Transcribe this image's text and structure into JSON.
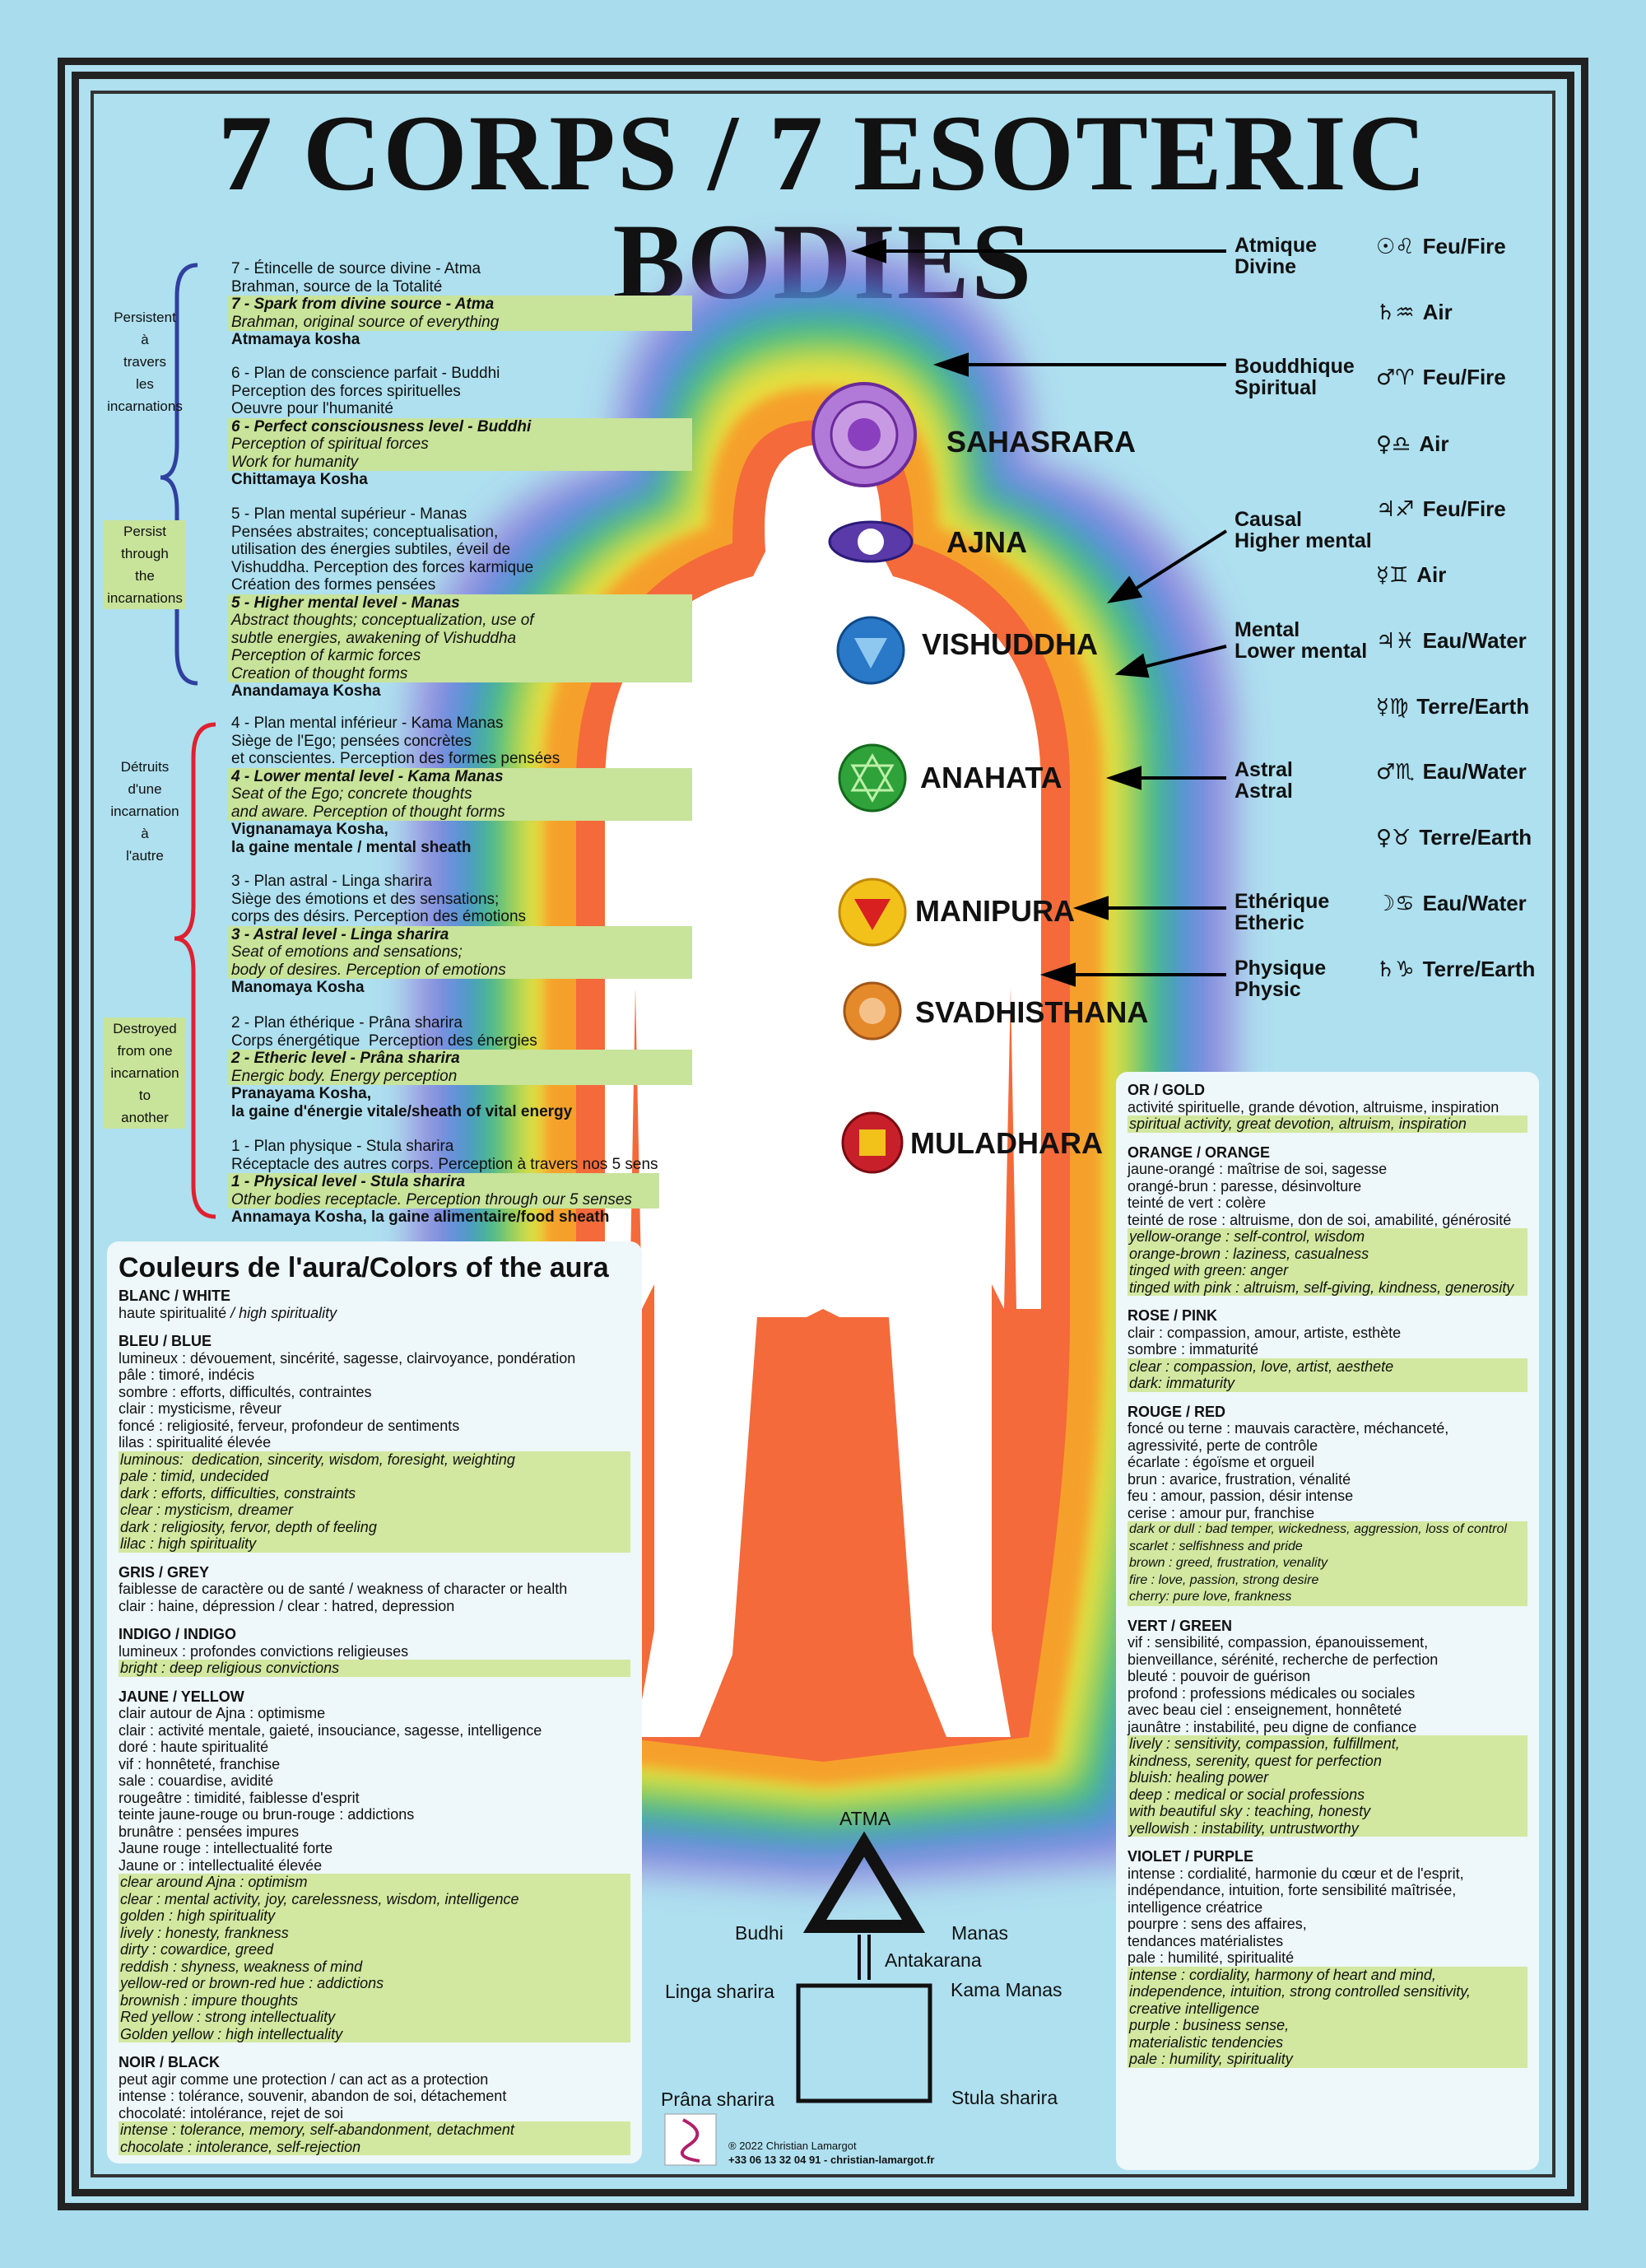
{
  "title": "7 CORPS / 7 ESOTERIC BODIES",
  "planes": [
    {
      "label": "Atmique\nDivine"
    },
    {
      "label": "Bouddhique\nSpiritual"
    },
    {
      "label": "Causal\nHigher mental"
    },
    {
      "label": "Mental\nLower mental"
    },
    {
      "label": "Astral\nAstral"
    },
    {
      "label": "Ethérique\nEtheric"
    },
    {
      "label": "Physique\nPhysic"
    }
  ],
  "chakras": [
    {
      "name": "SAHASRARA",
      "color": "#8a3fbf"
    },
    {
      "name": "AJNA",
      "color": "#5a3aa8"
    },
    {
      "name": "VISHUDDHA",
      "color": "#2a78c8"
    },
    {
      "name": "ANAHATA",
      "color": "#2fa23a"
    },
    {
      "name": "MANIPURA",
      "color": "#f2c21a"
    },
    {
      "name": "SVADHISTHANA",
      "color": "#e58a2a"
    },
    {
      "name": "MULADHARA",
      "color": "#c8202a"
    }
  ],
  "planets": [
    {
      "symbols": "☉♌",
      "element": "Feu/Fire"
    },
    {
      "symbols": "♄♒",
      "element": "Air"
    },
    {
      "symbols": "♂♈",
      "element": "Feu/Fire"
    },
    {
      "symbols": "♀♎",
      "element": "Air"
    },
    {
      "symbols": "♃♐",
      "element": "Feu/Fire"
    },
    {
      "symbols": "☿♊",
      "element": "Air"
    },
    {
      "symbols": "♃♓",
      "element": "Eau/Water"
    },
    {
      "symbols": "☿♍",
      "element": "Terre/Earth"
    },
    {
      "symbols": "♂♏",
      "element": "Eau/Water"
    },
    {
      "symbols": "♀♉",
      "element": "Terre/Earth"
    },
    {
      "symbols": "☽♋",
      "element": "Eau/Water"
    },
    {
      "symbols": "♄♑",
      "element": "Terre/Earth"
    }
  ],
  "braces": [
    {
      "label": "Persistent\nà\ntravers\nles\nincarnations"
    },
    {
      "label": "Persist\nthrough\nthe\nincarnations"
    },
    {
      "label": "Détruits\nd'une\nincarnation\nà\nl'autre"
    },
    {
      "label": "Destroyed\nfrom one\nincarnation\nto\nanother"
    }
  ],
  "bodies": [
    {
      "fr_title": "7 - Étincelle de source divine - Atma",
      "fr_desc": "Brahman, source de la Totalité",
      "en_title": "7 - Spark from divine source - Atma",
      "en_desc": "Brahman, original source of everything",
      "kosha": "Atmamaya kosha"
    },
    {
      "fr_title": "6 - Plan de conscience parfait - Buddhi",
      "fr_desc": "Perception des forces spirituelles\nOeuvre pour l'humanité",
      "en_title": "6 - Perfect consciousness level - Buddhi",
      "en_desc": "Perception of spiritual forces\nWork for humanity",
      "kosha": "Chittamaya Kosha"
    },
    {
      "fr_title": "5 - Plan mental supérieur - Manas",
      "fr_desc": "Pensées abstraites; conceptualisation,\nutilisation des énergies subtiles, éveil de\nVishuddha. Perception des forces karmique\nCréation des formes pensées",
      "en_title": "5 - Higher mental level - Manas",
      "en_desc": "Abstract thoughts; conceptualization, use of\nsubtle energies, awakening of Vishuddha\nPerception of karmic forces\nCreation of thought forms",
      "kosha": "Anandamaya Kosha"
    },
    {
      "fr_title": "4 - Plan mental inférieur - Kama Manas",
      "fr_desc": "Siège de l'Ego; pensées concrètes\net conscientes. Perception des formes pensées",
      "en_title": "4 - Lower mental level - Kama Manas",
      "en_desc": "Seat of the Ego; concrete thoughts\nand aware. Perception of thought forms",
      "kosha": "Vignanamaya Kosha,\nla gaine mentale / mental sheath"
    },
    {
      "fr_title": "3 - Plan astral - Linga sharira",
      "fr_desc": "Siège des émotions et des sensations;\ncorps des désirs. Perception des émotions",
      "en_title": "3 - Astral level - Linga sharira",
      "en_desc": "Seat of emotions and sensations;\nbody of desires. Perception of emotions",
      "kosha": "Manomaya Kosha"
    },
    {
      "fr_title": "2 - Plan éthérique - Prâna sharira",
      "fr_desc": "Corps énergétique  Perception des énergies",
      "en_title": "2 - Etheric level - Prâna sharira",
      "en_desc": "Energic body. Energy perception",
      "kosha": "Pranayama Kosha,\nla gaine d'énergie vitale/sheath of vital energy"
    },
    {
      "fr_title": "1 - Plan physique - Stula sharira",
      "fr_desc": "Réceptacle des autres corps. Perception à travers nos 5 sens",
      "en_title": "1 - Physical level - Stula sharira",
      "en_desc": "Other bodies receptacle. Perception through our 5 senses",
      "kosha": "Annamaya Kosha, la gaine alimentaire/food sheath"
    }
  ],
  "aura_left": {
    "title": "Couleurs de l'aura/Colors of the aura",
    "sections": [
      {
        "heading": "BLANC / WHITE",
        "fr": "haute spiritualité",
        "en": "/ high spirituality",
        "inline": true
      },
      {
        "heading": "BLEU / BLUE",
        "fr": "lumineux : dévouement, sincérité, sagesse, clairvoyance, pondération\npâle : timoré, indécis\nsombre : efforts, difficultés, contraintes\nclair : mysticisme, rêveur\nfoncé : religiosité, ferveur, profondeur de sentiments\nlilas : spiritualité élevée",
        "en": "luminous:  dedication, sincerity, wisdom, foresight, weighting\npale : timid, undecided\ndark : efforts, difficulties, constraints\nclear : mysticism, dreamer\ndark : religiosity, fervor, depth of feeling\nlilac : high spirituality"
      },
      {
        "heading": "GRIS / GREY",
        "fr": "faiblesse de caractère ou de santé / weakness of character or health\nclair : haine, dépression / clear : hatred, depression",
        "en": ""
      },
      {
        "heading": "INDIGO / INDIGO",
        "fr": "lumineux : profondes convictions religieuses",
        "en": "bright : deep religious convictions"
      },
      {
        "heading": "JAUNE / YELLOW",
        "fr": "clair autour de Ajna : optimisme\nclair : activité mentale, gaieté, insouciance, sagesse, intelligence\ndoré : haute spiritualité\nvif : honnêteté, franchise\nsale : couardise, avidité\nrougeâtre : timidité, faiblesse d'esprit\nteinte jaune-rouge ou brun-rouge : addictions\nbrunâtre : pensées impures\nJaune rouge : intellectualité forte\nJaune or : intellectualité élevée",
        "en": "clear around Ajna : optimism\nclear : mental activity, joy, carelessness, wisdom, intelligence\ngolden : high spirituality\nlively : honesty, frankness\ndirty : cowardice, greed\nreddish : shyness, weakness of mind\nyellow-red or brown-red hue : addictions\nbrownish : impure thoughts\nRed yellow : strong intellectuality\nGolden yellow : high intellectuality"
      },
      {
        "heading": "NOIR / BLACK",
        "fr": "peut agir comme une protection / can act as a protection\nintense : tolérance, souvenir, abandon de soi, détachement\nchocolaté: intolérance, rejet de soi",
        "en": "intense : tolerance, memory, self-abandonment, detachment\nchocolate : intolerance, self-rejection"
      }
    ]
  },
  "aura_right": {
    "sections": [
      {
        "heading": "OR / GOLD",
        "fr": "activité spirituelle, grande dévotion, altruisme, inspiration",
        "en": "spiritual activity, great devotion, altruism, inspiration"
      },
      {
        "heading": "ORANGE / ORANGE",
        "fr": "jaune-orangé : maîtrise de soi, sagesse\norangé-brun : paresse, désinvolture\nteinté de vert : colère\nteinté de rose : altruisme, don de soi, amabilité, générosité",
        "en": "yellow-orange : self-control, wisdom\norange-brown : laziness, casualness\ntinged with green: anger\ntinged with pink : altruism, self-giving, kindness, generosity"
      },
      {
        "heading": "ROSE / PINK",
        "fr": "clair : compassion, amour, artiste, esthète\nsombre : immaturité",
        "en": "clear : compassion, love, artist, aesthete\ndark: immaturity"
      },
      {
        "heading": "ROUGE / RED",
        "fr": "foncé ou terne : mauvais caractère, méchanceté,\nagressivité, perte de contrôle\nécarlate : égoïsme et orgueil\nbrun : avarice, frustration, vénalité\nfeu : amour, passion, désir intense\ncerise : amour pur, franchise",
        "en": "dark or dull : bad temper, wickedness, aggression, loss of control\nscarlet : selfishness and pride\nbrown : greed, frustration, venality\nfire : love, passion, strong desire\ncherry: pure love, frankness"
      },
      {
        "heading": "VERT / GREEN",
        "fr": "vif : sensibilité, compassion, épanouissement,\nbienveillance, sérénité, recherche de perfection\nbleuté : pouvoir de guérison\nprofond : professions médicales ou sociales\navec beau ciel : enseignement, honnêteté\njaunâtre : instabilité, peu digne de confiance",
        "en": "lively : sensitivity, compassion, fulfillment,\nkindness, serenity, quest for perfection\nbluish: healing power\ndeep : medical or social professions\nwith beautiful sky : teaching, honesty\nyellowish : instability, untrustworthy"
      },
      {
        "heading": "VIOLET / PURPLE",
        "fr": "intense : cordialité, harmonie du cœur et de l'esprit,\nindépendance, intuition, forte sensibilité maîtrisée,\nintelligence créatrice\npourpre : sens des affaires,\ntendances matérialistes\npale : humilité, spiritualité",
        "en": "intense : cordiality, harmony of heart and mind,\nindependence, intuition, strong controlled sensitivity,\ncreative intelligence\npurple : business sense,\nmaterialistic tendencies\npale : humility, spirituality"
      }
    ]
  },
  "diagram": {
    "atma": "ATMA",
    "budhi": "Budhi",
    "manas": "Manas",
    "antakarana": "Antakarana",
    "linga": "Linga sharira",
    "kama": "Kama Manas",
    "prana": "Prâna sharira",
    "stula": "Stula sharira"
  },
  "footer": {
    "copyright": "® 2022 Christian Lamargot",
    "contact": "+33 06 13 32 04 91 - christian-lamargot.fr"
  }
}
